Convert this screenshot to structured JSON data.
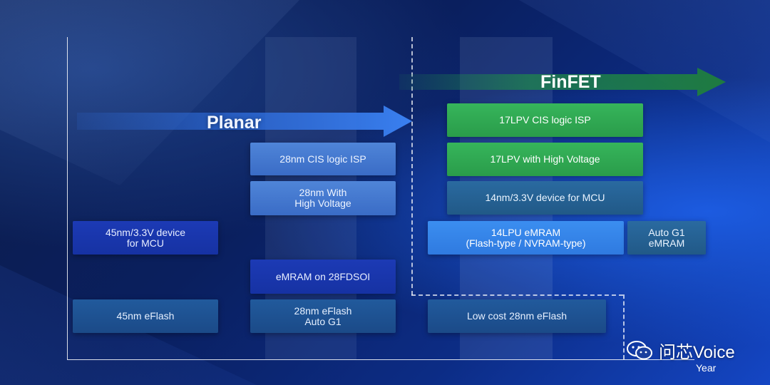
{
  "diagram": {
    "axis_label": "Year",
    "planar_label": "Planar",
    "finfet_label": "FinFET",
    "boxes": {
      "cis_28": "28nm CIS logic ISP",
      "hv_28": "28nm With\nHigh Voltage",
      "mcu_45": "45nm/3.3V device\nfor MCU",
      "emram_28fdsoi": "eMRAM on 28FDSOI",
      "eflash_45": "45nm eFlash",
      "eflash_28": "28nm eFlash\nAuto G1",
      "eflash_28_lowcost": "Low cost 28nm eFlash",
      "cis_17lpv": "17LPV CIS logic ISP",
      "hv_17lpv": "17LPV with High Voltage",
      "mcu_14": "14nm/3.3V device for MCU",
      "emram_14lpu": "14LPU eMRAM\n(Flash-type / NVRAM-type)",
      "auto_g1_emram": "Auto G1\neMRAM"
    }
  },
  "watermark": {
    "text": "问芯Voice",
    "icon": "wechat-icon"
  },
  "colors": {
    "planar_arrow": "#2f6fe0",
    "finfet_arrow": "#1f8a4a",
    "green_box": "#36b55b"
  }
}
